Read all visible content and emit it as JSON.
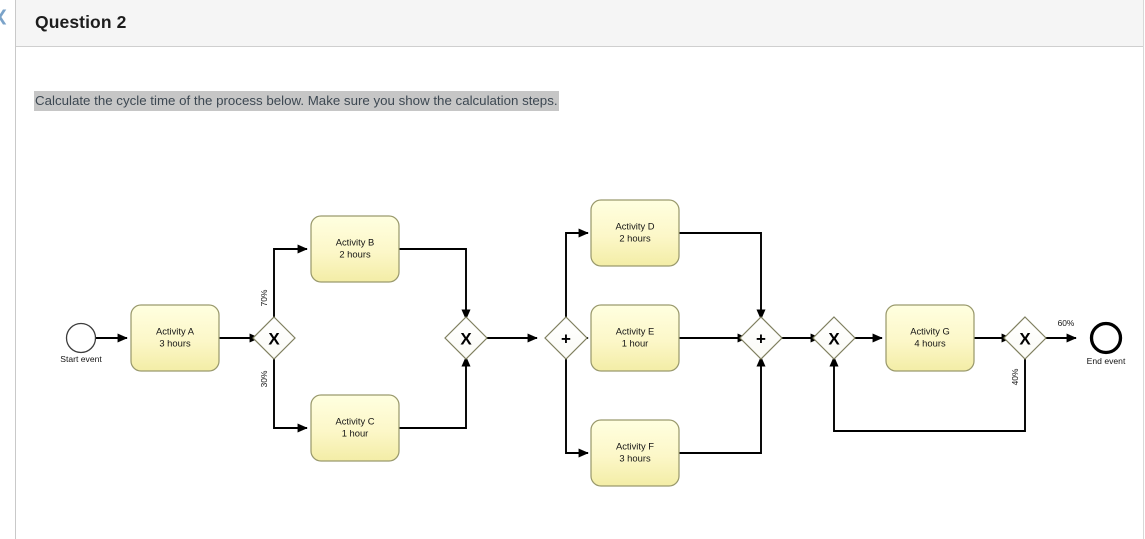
{
  "window": {
    "collapse_icon": "chevron-left-icon",
    "collapse_glyph": "❮"
  },
  "question": {
    "title": "Question 2",
    "prompt": "Calculate the cycle time of the process below. Make sure you show the calculation steps.",
    "prompt_highlight_color": "#c6c6c6"
  },
  "diagram": {
    "type": "bpmn-process",
    "palette": {
      "activity_fill_top": "#ffffd9",
      "activity_fill_bottom": "#f5f0b0",
      "activity_stroke": "#9a9a6d",
      "gateway_fill": "#ffffff",
      "gateway_stroke": "#7f7f5f",
      "connector": "#000000"
    },
    "start_event": {
      "name": "start-event",
      "caption": "Start event",
      "shape": "circle-thin"
    },
    "end_event": {
      "name": "end-event",
      "caption": "End event",
      "shape": "circle-thick"
    },
    "activities": [
      {
        "id": "A",
        "label": "Activity A",
        "duration": "3 hours"
      },
      {
        "id": "B",
        "label": "Activity B",
        "duration": "2 hours"
      },
      {
        "id": "C",
        "label": "Activity C",
        "duration": "1 hour"
      },
      {
        "id": "D",
        "label": "Activity D",
        "duration": "2 hours"
      },
      {
        "id": "E",
        "label": "Activity E",
        "duration": "1 hour"
      },
      {
        "id": "F",
        "label": "Activity F",
        "duration": "3 hours"
      },
      {
        "id": "G",
        "label": "Activity G",
        "duration": "4 hours"
      }
    ],
    "gateways": [
      {
        "id": "gw1",
        "kind": "exclusive",
        "glyph": "X",
        "role": "split-BC"
      },
      {
        "id": "gw2",
        "kind": "exclusive",
        "glyph": "X",
        "role": "join-BC"
      },
      {
        "id": "gw3",
        "kind": "parallel",
        "glyph": "+",
        "role": "split-DEF"
      },
      {
        "id": "gw4",
        "kind": "parallel",
        "glyph": "+",
        "role": "join-DEF"
      },
      {
        "id": "gw5",
        "kind": "exclusive",
        "glyph": "X",
        "role": "loop-merge"
      },
      {
        "id": "gw6",
        "kind": "exclusive",
        "glyph": "X",
        "role": "loop-split"
      }
    ],
    "flow_labels": [
      {
        "id": "pct-70",
        "text": "70%",
        "orientation": "vertical"
      },
      {
        "id": "pct-30",
        "text": "30%",
        "orientation": "vertical"
      },
      {
        "id": "pct-60",
        "text": "60%",
        "orientation": "horizontal"
      },
      {
        "id": "pct-40",
        "text": "40%",
        "orientation": "vertical"
      }
    ]
  }
}
